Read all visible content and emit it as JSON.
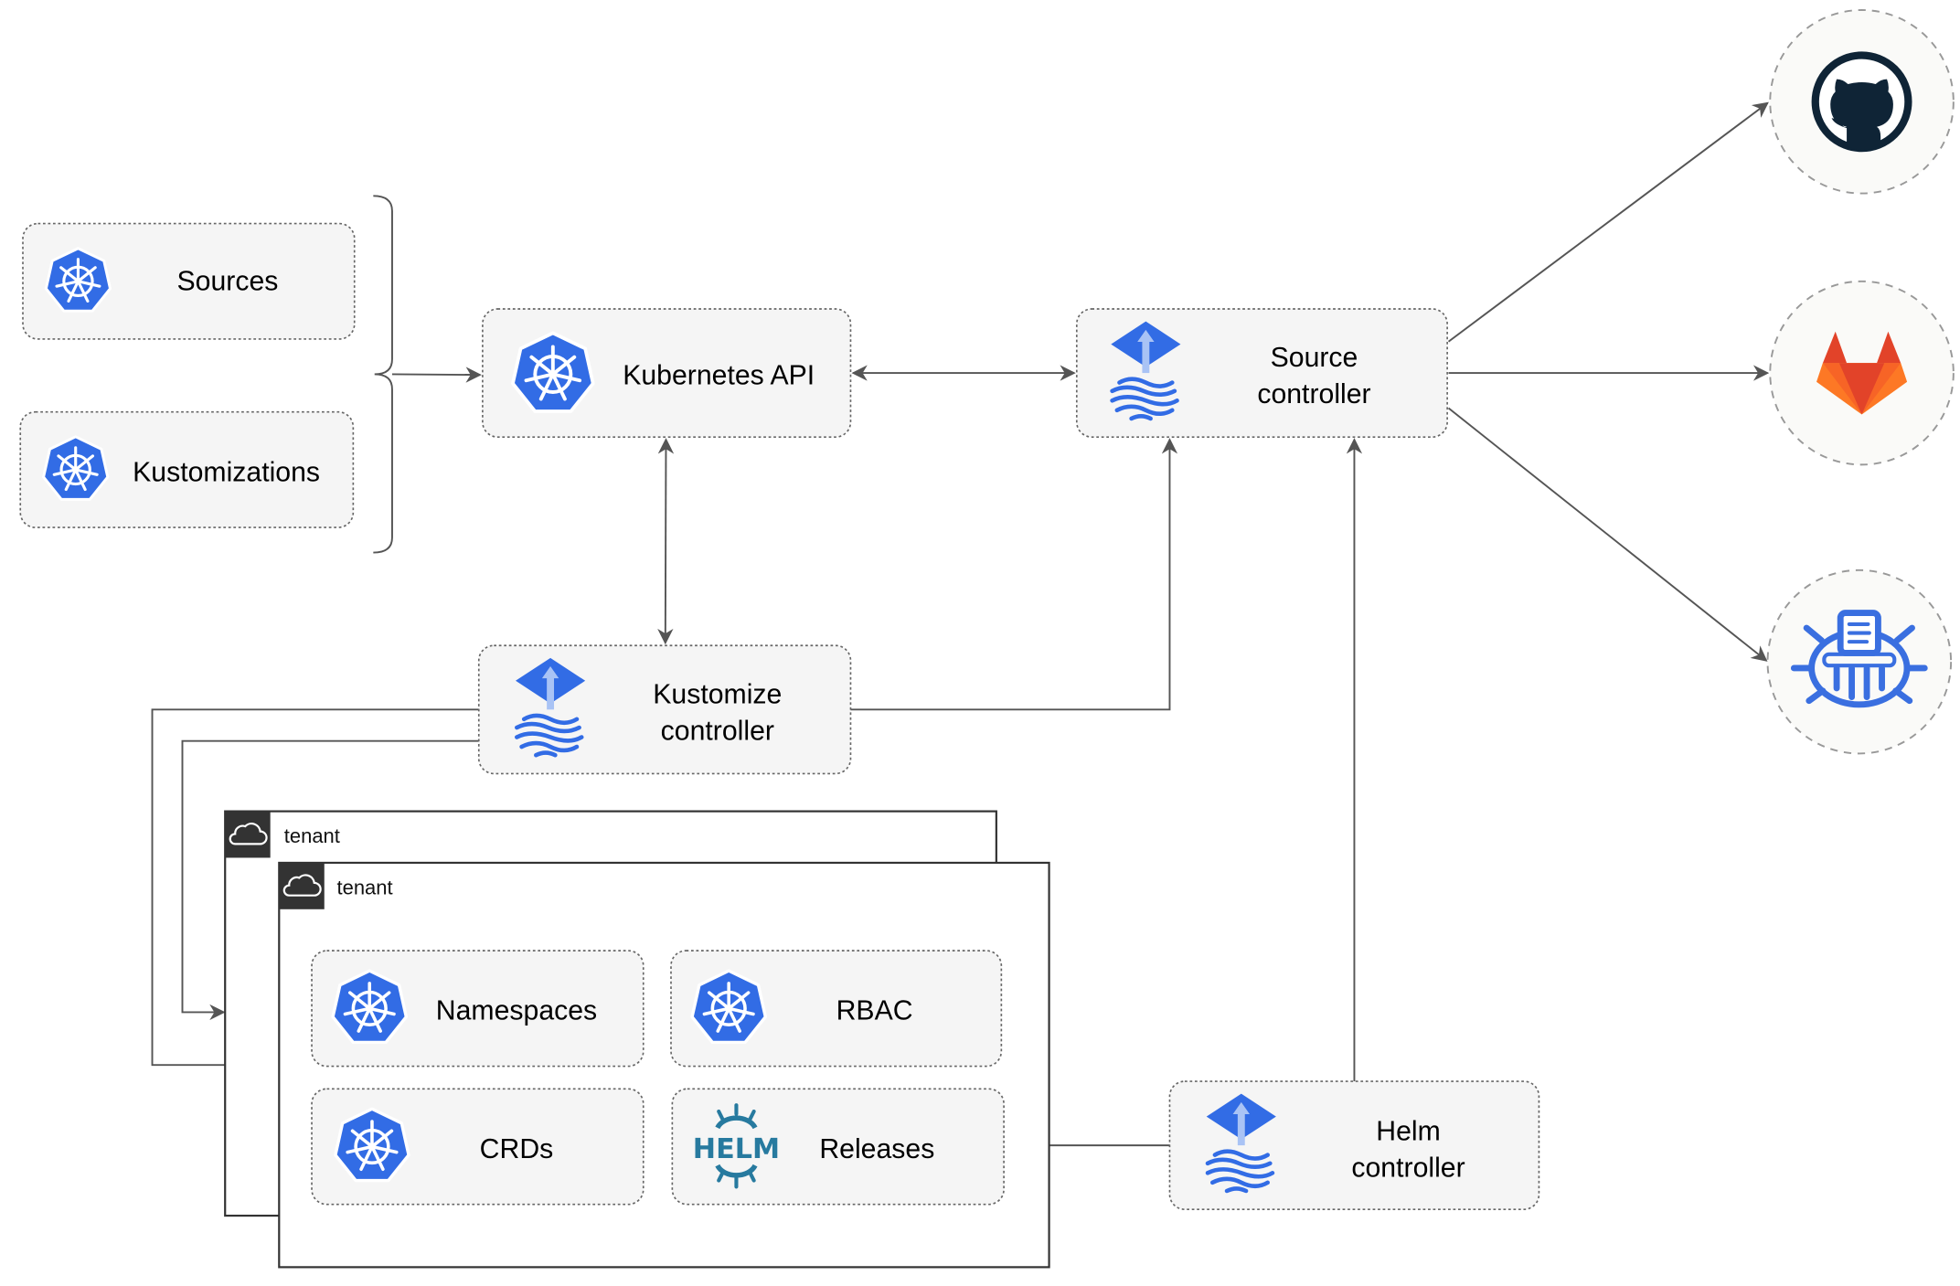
{
  "nodes": {
    "sources": {
      "label": "Sources",
      "icon": "kubernetes-icon"
    },
    "kustomizations": {
      "label": "Kustomizations",
      "icon": "kubernetes-icon"
    },
    "kubernetes_api": {
      "label": "Kubernetes API",
      "icon": "kubernetes-icon"
    },
    "source_controller": {
      "line1": "Source",
      "line2": "controller",
      "icon": "flux-icon"
    },
    "kustomize_controller": {
      "line1": "Kustomize",
      "line2": "controller",
      "icon": "flux-icon"
    },
    "helm_controller": {
      "line1": "Helm",
      "line2": "controller",
      "icon": "flux-icon"
    },
    "namespaces": {
      "label": "Namespaces",
      "icon": "kubernetes-icon"
    },
    "rbac": {
      "label": "RBAC",
      "icon": "kubernetes-icon"
    },
    "crds": {
      "label": "CRDs",
      "icon": "kubernetes-icon"
    },
    "releases": {
      "label": "Releases",
      "icon": "helm-icon",
      "logo_text": "HELM"
    }
  },
  "tenants": [
    {
      "label": "tenant",
      "icon": "cloud-icon"
    },
    {
      "label": "tenant",
      "icon": "cloud-icon"
    }
  ],
  "external_sources": [
    {
      "name": "github",
      "icon": "github-icon"
    },
    {
      "name": "gitlab",
      "icon": "gitlab-icon"
    },
    {
      "name": "helm-repository",
      "icon": "helm-repository-icon"
    }
  ],
  "colors": {
    "kubernetes_blue": "#326ce5",
    "helm_teal": "#277a9f",
    "github_dark": "#0f2436",
    "gitlab_orange": "#e24329",
    "gitlab_light": "#fca326",
    "node_fill": "#f5f5f5",
    "edge": "#555555"
  }
}
